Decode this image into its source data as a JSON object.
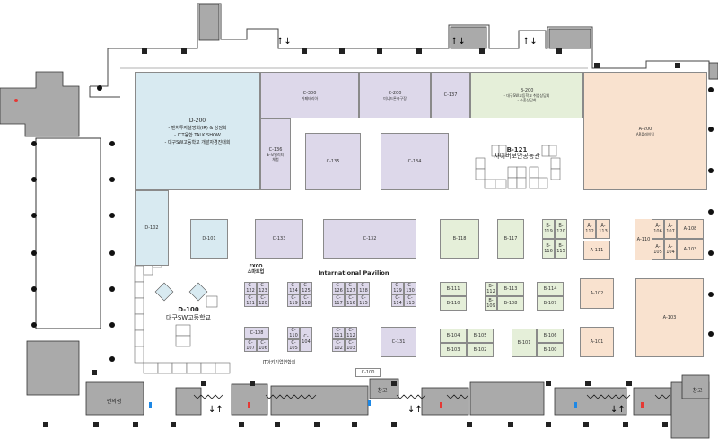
{
  "zones": {
    "d_200": {
      "code": "D-200",
      "desc": "- 벤처투자설명회(IR) & 상담회\n- ICT융합 TALK SHOW\n- 대구SW고등학교 개발자경진대회"
    },
    "c_300": {
      "code": "C-300",
      "desc": "카페테리아"
    },
    "c_200": {
      "code": "C-200",
      "desc": "미니드론축구장"
    },
    "c_137": {
      "code": "C-137"
    },
    "b_200": {
      "code": "B-200",
      "desc": "- 대구SW고등학교 취업상담회\n- 수출상담회"
    },
    "a_200": {
      "code": "A-200",
      "desc": "AR플레이팅"
    },
    "c_136": {
      "code": "C-136",
      "desc": "E-모빌리티\n체험"
    },
    "c_135": {
      "code": "C-135"
    },
    "c_134": {
      "code": "C-134"
    },
    "b_121": {
      "code": "B-121",
      "desc": "사이버보안공동관"
    },
    "d_102": {
      "code": "D-102"
    },
    "d_101": {
      "code": "D-101"
    },
    "c_133": {
      "code": "C-133"
    },
    "c_132": {
      "code": "C-132"
    },
    "b_118": {
      "code": "B-118"
    },
    "b_117": {
      "code": "B-117"
    },
    "d_100": {
      "code": "D-100",
      "desc": "대구SW고등학교"
    },
    "c_131": {
      "code": "C-131"
    },
    "c_100": {
      "code": "C-100"
    },
    "a_102": {
      "code": "A-102"
    },
    "a_103": {
      "code": "A-103"
    },
    "a_101": {
      "code": "A-101"
    },
    "a_110": {
      "code": "A-110"
    },
    "a_111": {
      "code": "A-111"
    }
  },
  "labels": {
    "excos": "EXCO\n스마트업",
    "pavilion": "International Pavilion",
    "itarch": "IT아키기업연합회",
    "store": "편의점",
    "storage1": "창고",
    "storage2": "창고"
  },
  "small_booths": [
    {
      "id": "C-122"
    },
    {
      "id": "C-123"
    },
    {
      "id": "C-121"
    },
    {
      "id": "C-120"
    },
    {
      "id": "C-124"
    },
    {
      "id": "C-125"
    },
    {
      "id": "C-119"
    },
    {
      "id": "C-118"
    },
    {
      "id": "C-126"
    },
    {
      "id": "C-127"
    },
    {
      "id": "C-128"
    },
    {
      "id": "C-117"
    },
    {
      "id": "C-116"
    },
    {
      "id": "C-115"
    },
    {
      "id": "C-129"
    },
    {
      "id": "C-130"
    },
    {
      "id": "C-114"
    },
    {
      "id": "C-113"
    },
    {
      "id": "C-108"
    },
    {
      "id": "C-107"
    },
    {
      "id": "C-106"
    },
    {
      "id": "C-110"
    },
    {
      "id": "C-105"
    },
    {
      "id": "C-104"
    },
    {
      "id": "C-111"
    },
    {
      "id": "C-112"
    },
    {
      "id": "C-102"
    },
    {
      "id": "C-103"
    },
    {
      "id": "B-119"
    },
    {
      "id": "B-120"
    },
    {
      "id": "B-116"
    },
    {
      "id": "B-115"
    },
    {
      "id": "A-112"
    },
    {
      "id": "A-113"
    },
    {
      "id": "A-106"
    },
    {
      "id": "A-107"
    },
    {
      "id": "A-108"
    },
    {
      "id": "A-105"
    },
    {
      "id": "A-104"
    },
    {
      "id": "A-103"
    },
    {
      "id": "B-111"
    },
    {
      "id": "B-110"
    },
    {
      "id": "B-112"
    },
    {
      "id": "B-113"
    },
    {
      "id": "B-109"
    },
    {
      "id": "B-108"
    },
    {
      "id": "B-114"
    },
    {
      "id": "B-107"
    },
    {
      "id": "B-104"
    },
    {
      "id": "B-105"
    },
    {
      "id": "B-103"
    },
    {
      "id": "B-102"
    },
    {
      "id": "B-101"
    },
    {
      "id": "B-106"
    },
    {
      "id": "B-100"
    }
  ],
  "colors": {
    "blue_zone": "#d8eaf1",
    "purple_zone": "#ddd8ea",
    "green_zone": "#e5efd9",
    "peach_zone": "#f9e2cf",
    "wall": "#aaaaaa",
    "exit_red": "#e53935",
    "exit_blue": "#1e88e5"
  }
}
